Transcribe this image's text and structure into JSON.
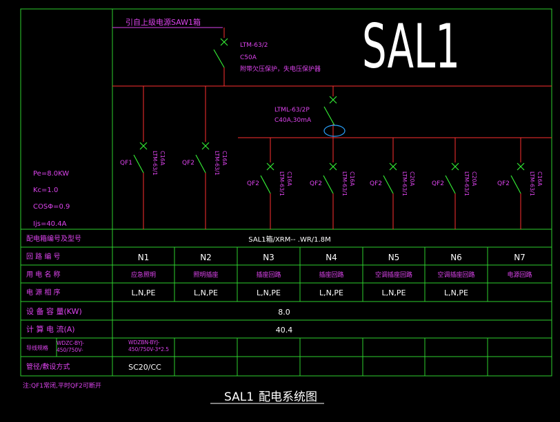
{
  "diagram": {
    "big_label": "SAL1",
    "incoming": {
      "source_label": "引自上级电源SAW1箱",
      "breaker_model": "LTM-63/2",
      "breaker_rating": "C50A",
      "breaker_note": "附带欠压保护，失电压保护器"
    },
    "rcd": {
      "model": "LTML-63/2P",
      "rating": "C40A,30mA"
    },
    "parameters": {
      "pe": "Pe=8.0KW",
      "kc": "Kc=1.0",
      "cos": "COSΦ=0.9",
      "ijs": "Ijs=40.4A"
    },
    "branches": [
      {
        "qf": "QF1",
        "model": "LTM-63/1",
        "rating": "C16A"
      },
      {
        "qf": "QF2",
        "model": "LTM-63/1",
        "rating": "C16A"
      },
      {
        "qf": "QF2",
        "model": "LTM-63/1",
        "rating": "C16A"
      },
      {
        "qf": "QF2",
        "model": "LTM-63/1",
        "rating": "C16A"
      },
      {
        "qf": "QF2",
        "model": "LTM-63/1",
        "rating": "C20A"
      },
      {
        "qf": "QF2",
        "model": "LTM-63/1",
        "rating": "C20A"
      },
      {
        "qf": "QF2",
        "model": "LTM-63/1",
        "rating": "C16A"
      }
    ],
    "table": {
      "row_labels": {
        "cabinet": "配电箱编号及型号",
        "circuit": "回 路 编 号",
        "use": "用 电 名 称",
        "phase": "电 源 相 序",
        "capacity": "设 备 容 量(KW)",
        "current": "计 算 电 流(A)",
        "wire": "导线规格",
        "conduit": "管径/敷设方式"
      },
      "cabinet_value": "SAL1箱/XRM-- .WR/1.8M",
      "circuits": [
        "N1",
        "N2",
        "N3",
        "N4",
        "N5",
        "N6",
        "N7"
      ],
      "uses": [
        "应急照明",
        "照明插座",
        "插座回路",
        "插座回路",
        "空调插座回路",
        "空调插座回路",
        "电源回路"
      ],
      "phases": [
        "L,N,PE",
        "L,N,PE",
        "L,N,PE",
        "L,N,PE",
        "L,N,PE",
        "L,N,PE",
        ""
      ],
      "capacity_value": "8.0",
      "current_value": "40.4",
      "wire_main": "WDZC-BYJ-\n450/750V-",
      "wire_branch": "WDZBN-BYJ-\n450/750V-3*2.5",
      "conduit_value": "SC20/CC"
    },
    "note": "注:QF1常闭,平时QF2可断开",
    "title_code": "SAL1",
    "title_text": "配电系统图"
  },
  "colors": {
    "frame": "#2ed12e",
    "bus": "#ff3030",
    "symbol": "#34e834",
    "label": "#dd44ee",
    "text": "#ffffff"
  }
}
